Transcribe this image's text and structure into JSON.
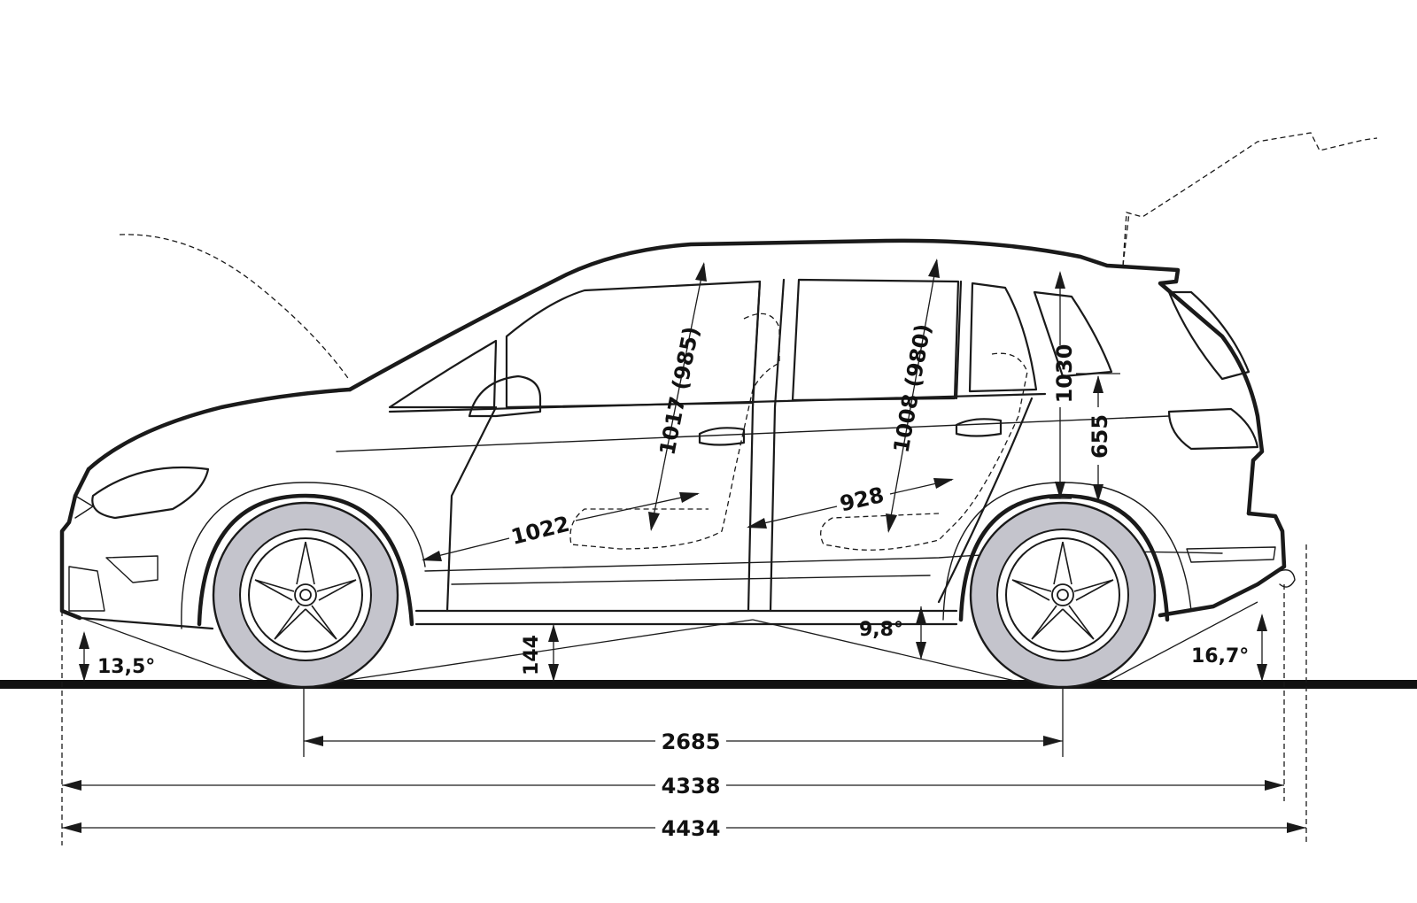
{
  "dimensions": {
    "wheelbase": "2685",
    "length": "4338",
    "length_total": "4434",
    "front_headroom": "1017 (985)",
    "rear_headroom": "1008 (980)",
    "front_legroom": "1022",
    "rear_legroom": "928",
    "boot_height": "1030",
    "sill_height": "655",
    "ground_clearance": "144",
    "approach_angle": "13,5°",
    "ramp_angle": "9,8°",
    "departure_angle": "16,7°"
  },
  "icons": {
    "front_wheel": "front-wheel-icon",
    "rear_wheel": "rear-wheel-icon"
  }
}
